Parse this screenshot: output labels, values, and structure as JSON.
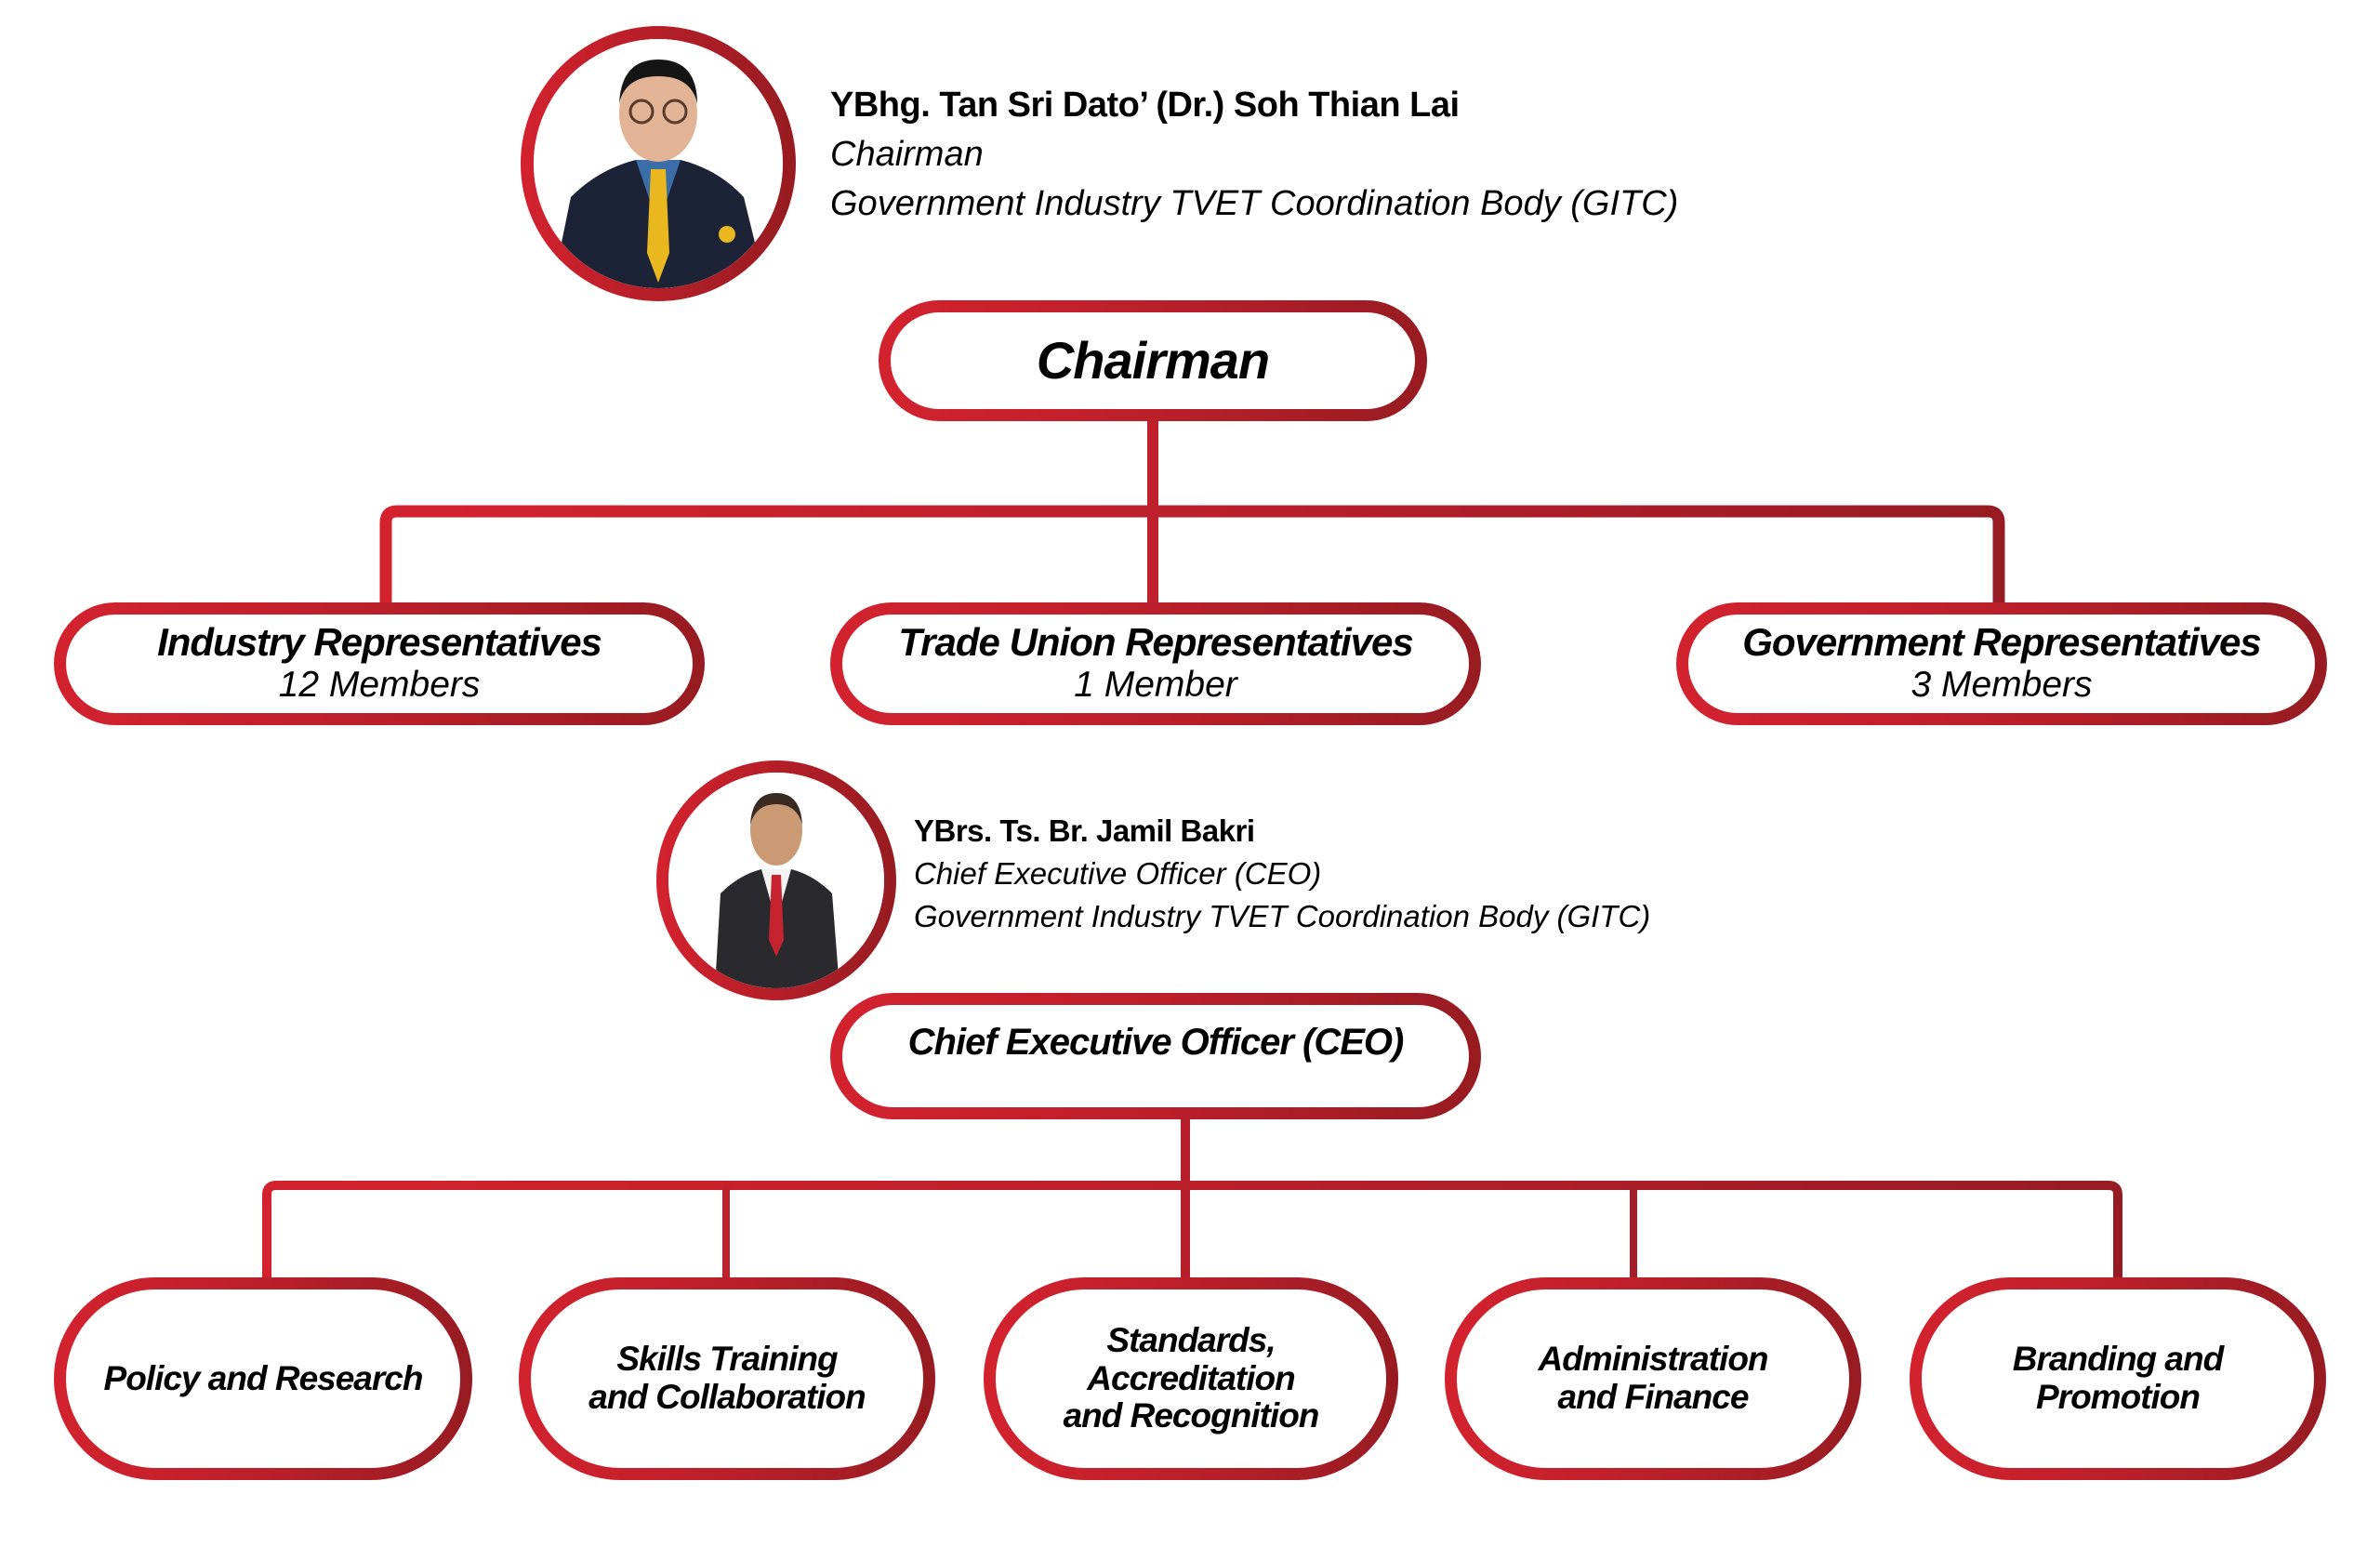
{
  "colors": {
    "accent_light": "#d3222e",
    "accent_mid": "#b81f2a",
    "accent_dark": "#971b22",
    "text": "#000000",
    "background": "#ffffff"
  },
  "chairman_profile": {
    "name": "YBhg. Tan Sri Dato’ (Dr.) Soh Thian Lai",
    "position": "Chairman",
    "organization": "Government Industry TVET Coordination Body (GITC)",
    "photo": "chairman-portrait"
  },
  "chairman_node": {
    "title": "Chairman"
  },
  "representatives": [
    {
      "title": "Industry Representatives",
      "members": "12 Members"
    },
    {
      "title": "Trade Union Representatives",
      "members": "1 Member"
    },
    {
      "title": "Government Representatives",
      "members": "3 Members"
    }
  ],
  "ceo_profile": {
    "name": "YBrs. Ts. Br. Jamil Bakri",
    "position": "Chief Executive Officer (CEO)",
    "organization": "Government Industry TVET Coordination Body (GITC)",
    "photo": "ceo-portrait"
  },
  "ceo_node": {
    "title": "Chief Executive Officer (CEO)"
  },
  "divisions": [
    {
      "line1": "Policy and Research",
      "line2": "",
      "line3": ""
    },
    {
      "line1": "Skills Training",
      "line2": "and Collaboration",
      "line3": ""
    },
    {
      "line1": "Standards,",
      "line2": "Accreditation",
      "line3": "and Recognition"
    },
    {
      "line1": "Administration",
      "line2": "and Finance",
      "line3": ""
    },
    {
      "line1": "Branding and",
      "line2": "Promotion",
      "line3": ""
    }
  ]
}
